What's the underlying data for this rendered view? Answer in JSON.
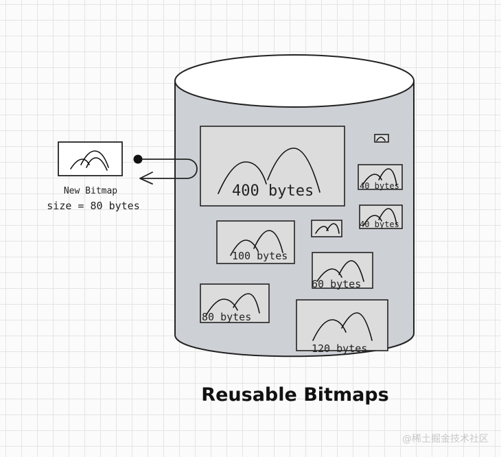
{
  "new_bitmap": {
    "label": "New Bitmap",
    "size": "size = 80 bytes"
  },
  "pool_title": "Reusable Bitmaps",
  "bitmaps": [
    {
      "id": "bitmap-400",
      "label": "400 bytes"
    },
    {
      "id": "bitmap-100",
      "label": "100 bytes"
    },
    {
      "id": "bitmap-80",
      "label": "80 bytes"
    },
    {
      "id": "bitmap-120",
      "label": "120 bytes"
    },
    {
      "id": "bitmap-60",
      "label": "60 bytes"
    },
    {
      "id": "bitmap-40a",
      "label": "40 bytes"
    },
    {
      "id": "bitmap-40b",
      "label": "40 bytes"
    }
  ],
  "watermark": "@稀土掘金技术社区",
  "colors": {
    "cylinder": "#cdd0d5",
    "stroke": "#222222",
    "grid": "#e4e4e4"
  }
}
